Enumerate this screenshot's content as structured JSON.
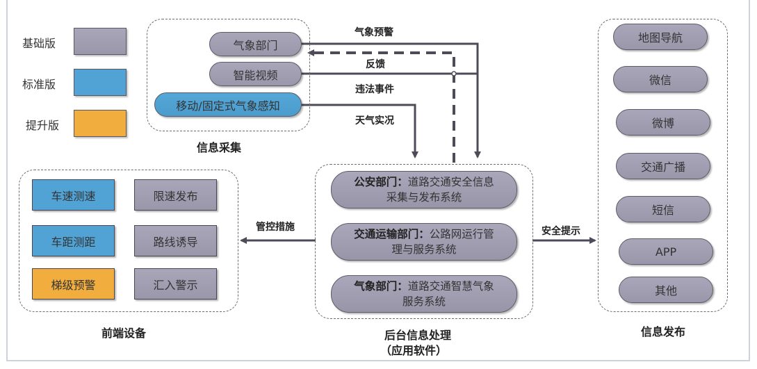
{
  "legend": [
    {
      "label": "基础版",
      "color": "#a6a3b7"
    },
    {
      "label": "标准版",
      "color": "#52a3d5"
    },
    {
      "label": "提升版",
      "color": "#f1ae3f"
    }
  ],
  "collection": {
    "title": "信息采集",
    "items": [
      {
        "label": "气象部门",
        "tier": "基础版"
      },
      {
        "label": "智能视频",
        "tier": "基础版"
      },
      {
        "label": "移动/固定式气象感知",
        "tier": "标准版"
      }
    ]
  },
  "flows": {
    "weather_warning": "气象预警",
    "feedback": "反馈",
    "violation_events": "违法事件",
    "live_weather": "天气实况",
    "control_measures": "管控措施",
    "safety_tips": "安全提示"
  },
  "backend": {
    "title": "后台信息处理",
    "subtitle": "（应用软件）",
    "systems": [
      {
        "dept": "公安部门：",
        "line1": "道路交通安全信息",
        "line2": "采集与发布系统"
      },
      {
        "dept": "交通运输部门：",
        "line1": "公路网运行管",
        "line2": "理与服务系统"
      },
      {
        "dept": "气象部门：",
        "line1": "道路交通智慧气象",
        "line2": "服务系统"
      }
    ]
  },
  "frontend": {
    "title": "前端设备",
    "items": [
      {
        "label": "车速测速",
        "tier": "标准版"
      },
      {
        "label": "限速发布",
        "tier": "基础版"
      },
      {
        "label": "车距测距",
        "tier": "标准版"
      },
      {
        "label": "路线诱导",
        "tier": "基础版"
      },
      {
        "label": "梯级预警",
        "tier": "提升版"
      },
      {
        "label": "汇入警示",
        "tier": "基础版"
      }
    ]
  },
  "publish": {
    "title": "信息发布",
    "items": [
      "地图导航",
      "微信",
      "微博",
      "交通广播",
      "短信",
      "APP",
      "其他"
    ]
  }
}
